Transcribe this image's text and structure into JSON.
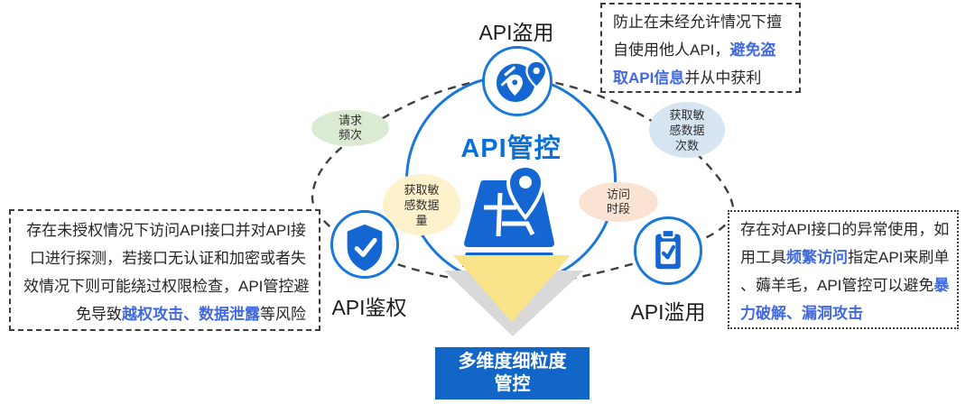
{
  "title": "API管控",
  "nodes": {
    "theft": {
      "label": "API盗用",
      "icon": "globe-pins-icon"
    },
    "auth": {
      "label": "API鉴权",
      "icon": "shield-check-icon"
    },
    "abuse": {
      "label": "API滥用",
      "icon": "clipboard-check-icon"
    }
  },
  "center_icon": "map-location-pin-icon",
  "factors": {
    "request_frequency": {
      "lines": [
        "请求",
        "频次"
      ],
      "color": "#daead3"
    },
    "sensitive_data_amount": {
      "lines": [
        "获取敏",
        "感数据",
        "量"
      ],
      "color": "#fdf2cc"
    },
    "sensitive_data_count": {
      "lines": [
        "获取敏",
        "感数据",
        "次数"
      ],
      "color": "#d7e5f3"
    },
    "access_period": {
      "lines": [
        "访问",
        "时段"
      ],
      "color": "#fbe3d3"
    }
  },
  "notes": {
    "theft": [
      [
        {
          "t": "防止在未经允许情况下擅"
        }
      ],
      [
        {
          "t": "自使用他人API，"
        },
        {
          "t": "避免盗",
          "a": true
        }
      ],
      [
        {
          "t": "取API信息",
          "a": true
        },
        {
          "t": "并从中获利"
        }
      ]
    ],
    "auth": [
      [
        {
          "t": "存在未授权情况下访问API接口并对API接"
        }
      ],
      [
        {
          "t": "口进行探测，若接口无认证和加密或者失"
        }
      ],
      [
        {
          "t": "效情况下则可能绕过权限检查，API管控避"
        }
      ],
      [
        {
          "t": "免导致"
        },
        {
          "t": "越权攻击、数据泄露",
          "a": true
        },
        {
          "t": "等风险"
        }
      ]
    ],
    "abuse": [
      [
        {
          "t": "存在对API接口的异常使用，如"
        }
      ],
      [
        {
          "t": "用工具"
        },
        {
          "t": "频繁访问",
          "a": true
        },
        {
          "t": "指定API来刷单"
        }
      ],
      [
        {
          "t": "、薅羊毛，API管控可以避免"
        },
        {
          "t": "暴",
          "a": true
        }
      ],
      [
        {
          "t": "力破解、漏洞攻击",
          "a": true
        }
      ]
    ]
  },
  "conclusion": {
    "lines": [
      "多维度细粒度",
      "管控"
    ]
  },
  "colors": {
    "primary_blue": "#1a78d8",
    "icon_blue": "#1467d2",
    "title_blue": "#0b6fd9",
    "conclusion_bg": "#1166c8",
    "accent_text": "#4169e1",
    "dash_line": "#3f3f3f",
    "triangle_yellow": "#fae489",
    "triangle_gray": "#d9d9d9"
  }
}
